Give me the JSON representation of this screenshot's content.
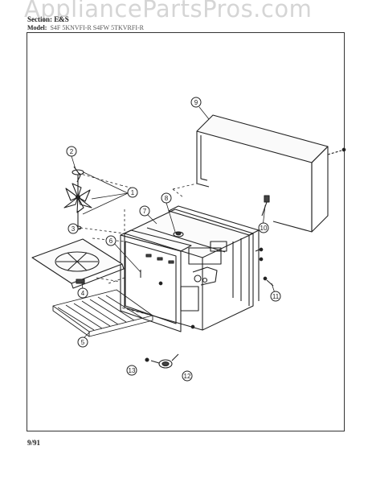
{
  "watermark": "AppliancePartsPros.com",
  "header": {
    "section": "Section: E&S",
    "model_label": "Model:",
    "models": "S4F 5KNVFI-R  S4FW 5TKVRFI-R"
  },
  "footer": {
    "date": "9/91"
  },
  "callouts": [
    {
      "id": 1,
      "label": "1"
    },
    {
      "id": 2,
      "label": "2"
    },
    {
      "id": 3,
      "label": "3"
    },
    {
      "id": 4,
      "label": "4"
    },
    {
      "id": 5,
      "label": "5"
    },
    {
      "id": 6,
      "label": "6"
    },
    {
      "id": 7,
      "label": "7"
    },
    {
      "id": 8,
      "label": "8"
    },
    {
      "id": 9,
      "label": "9"
    },
    {
      "id": 10,
      "label": "10"
    },
    {
      "id": 11,
      "label": "11"
    },
    {
      "id": 12,
      "label": "12"
    },
    {
      "id": 13,
      "label": "13"
    }
  ]
}
